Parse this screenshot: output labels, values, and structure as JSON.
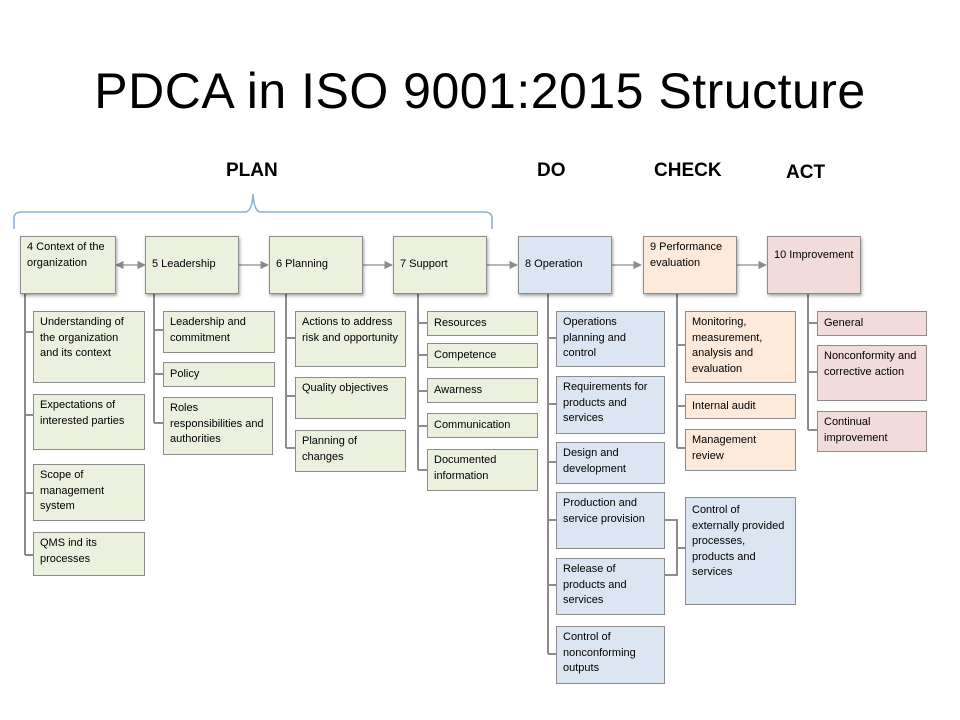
{
  "title": "PDCA in ISO 9001:2015 Structure",
  "phases": {
    "plan": "PLAN",
    "do": "DO",
    "check": "CHECK",
    "act": "ACT"
  },
  "colors": {
    "plan_fill": "#ebf1de",
    "do_fill": "#dce6f2",
    "check_fill": "#fdeada",
    "act_fill": "#f2dcdb",
    "line": "#8c8c8c"
  },
  "clauses": [
    {
      "label": "4 Context of the organization",
      "items": [
        "Understanding of the organization and its context",
        "Expectations of interested parties",
        "Scope of management system",
        "QMS ind its processes"
      ]
    },
    {
      "label": "5 Leadership",
      "items": [
        "Leadership and commitment",
        "Policy",
        "Roles responsibilities and authorities"
      ]
    },
    {
      "label": "6 Planning",
      "items": [
        "Actions to address risk and opportunity",
        "Quality objectives",
        "Planning of changes"
      ]
    },
    {
      "label": "7 Support",
      "items": [
        "Resources",
        "Competence",
        "Awarness",
        "Communication",
        "Documented information"
      ]
    },
    {
      "label": "8 Operation",
      "items": [
        "Operations planning and control",
        "Requirements for products and services",
        "Design and development",
        "Production and service provision",
        "Release of products and services",
        "Control of nonconforming outputs"
      ],
      "shared_item": "Control of externally provided processes, products and services"
    },
    {
      "label": "9 Performance evaluation",
      "items": [
        "Monitoring, measurement, analysis and evaluation",
        "Internal audit",
        "Management review"
      ]
    },
    {
      "label": "10 Improvement",
      "items": [
        "General",
        "Nonconformity and corrective action",
        "Continual improvement"
      ]
    }
  ]
}
